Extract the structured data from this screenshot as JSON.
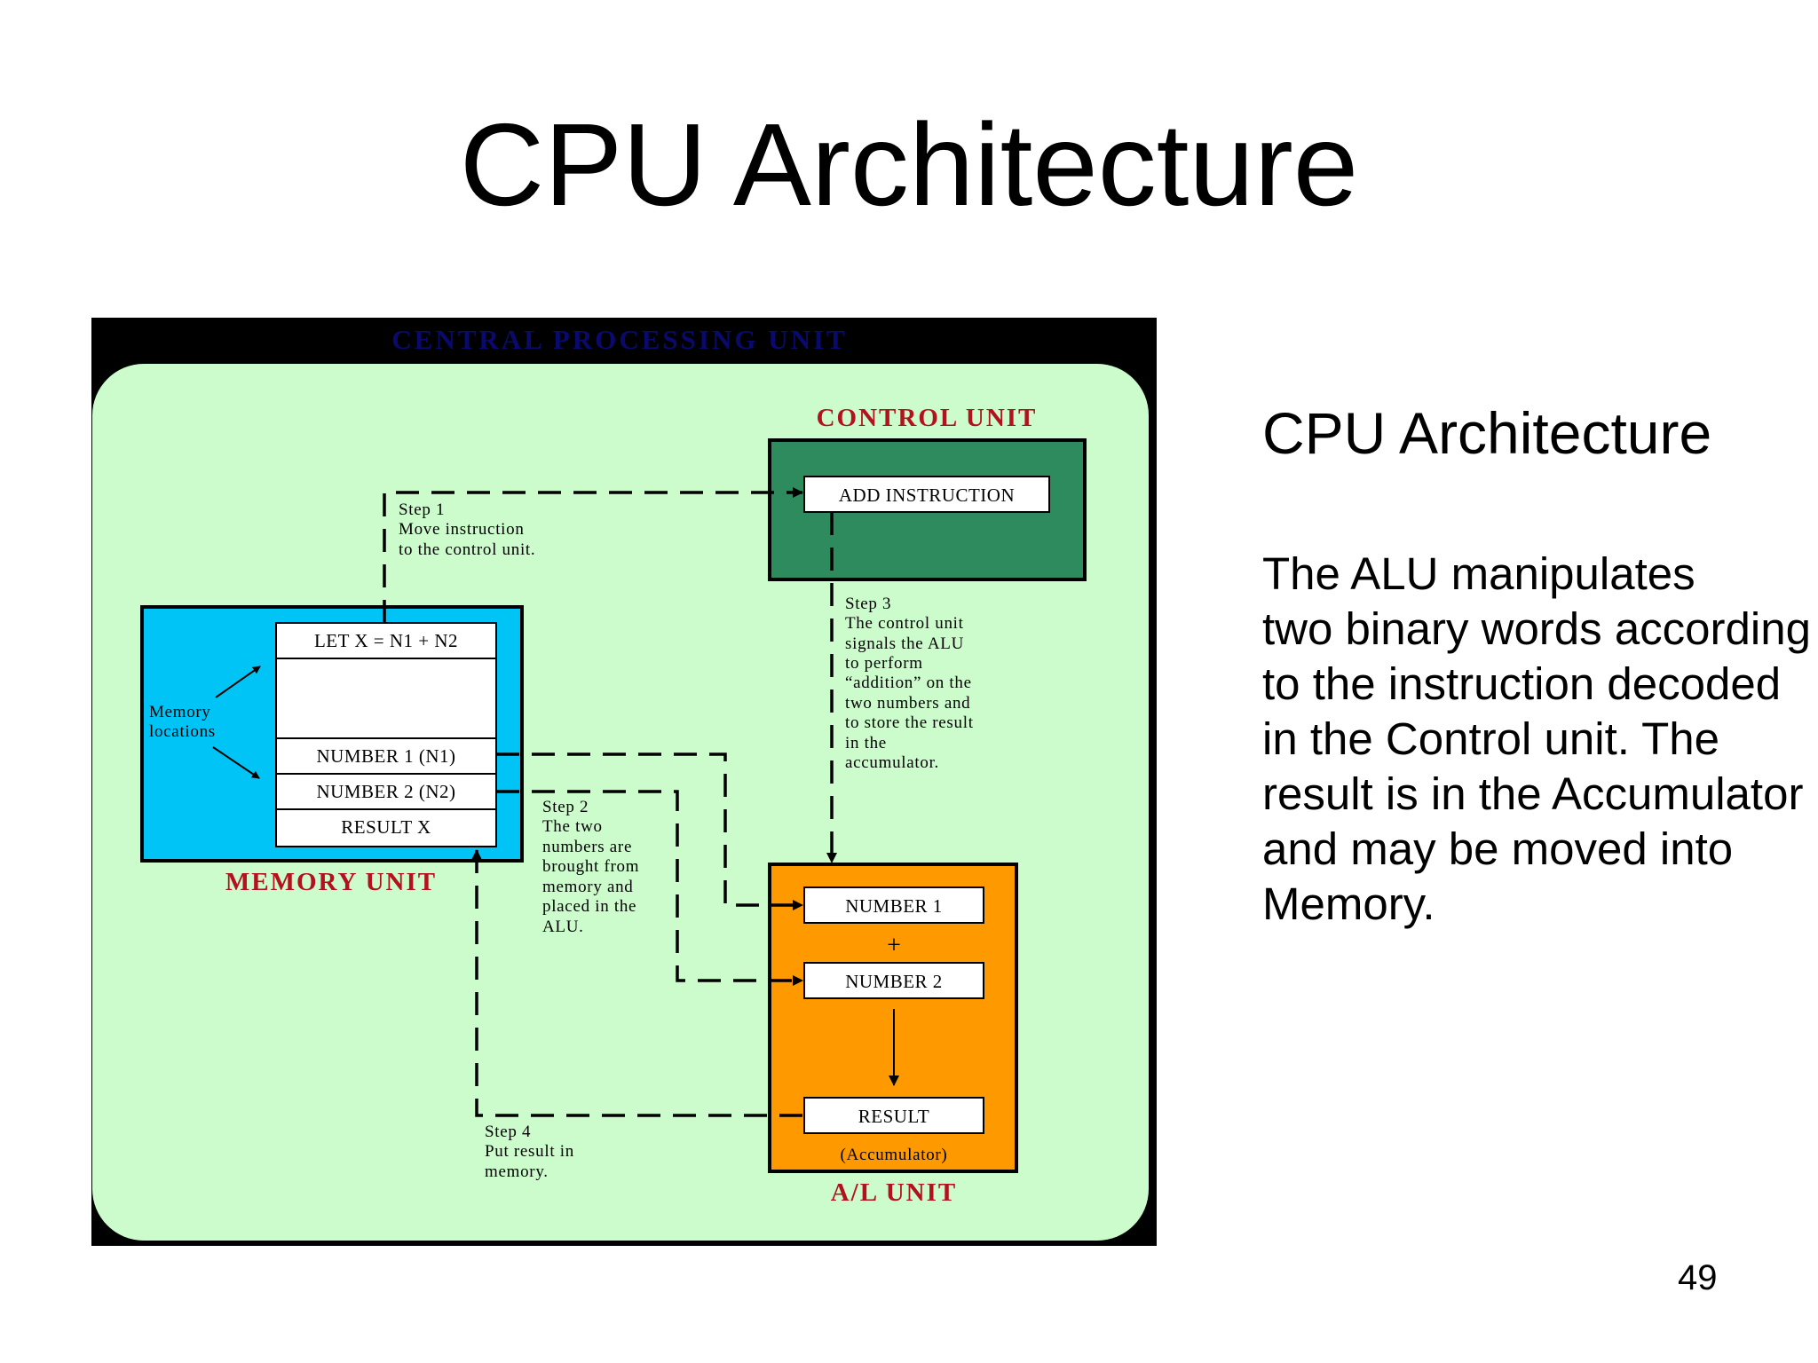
{
  "slide": {
    "title": "CPU Architecture",
    "page_number": "49"
  },
  "side": {
    "title": "CPU Architecture",
    "body_lines": [
      "The ALU manipulates",
      "two binary words according",
      "to the instruction decoded",
      "in the Control unit. The",
      "result is in the Accumulator",
      "and may be moved into",
      "Memory."
    ]
  },
  "diagram": {
    "header": "CENTRAL PROCESSING UNIT",
    "control_unit": {
      "label": "CONTROL UNIT",
      "instruction": "ADD INSTRUCTION"
    },
    "memory_unit": {
      "label": "MEMORY UNIT",
      "cells": [
        "LET X = N1 + N2",
        "NUMBER 1 (N1)",
        "NUMBER 2 (N2)",
        "RESULT X"
      ],
      "memory_locations": [
        "Memory",
        "locations"
      ]
    },
    "alu": {
      "label": "A/L UNIT",
      "number1": "NUMBER 1",
      "plus": "+",
      "number2": "NUMBER 2",
      "result": "RESULT",
      "accumulator": "(Accumulator)"
    },
    "steps": {
      "step1": [
        "Step 1",
        "Move instruction",
        "to the control unit."
      ],
      "step2": [
        "Step 2",
        "The two",
        "numbers are",
        "brought from",
        "memory and",
        "placed in the",
        "ALU."
      ],
      "step3": [
        "Step 3",
        "The control unit",
        "signals the ALU",
        "to perform",
        "“addition” on the",
        "two numbers and",
        "to store the result",
        "in the",
        "accumulator."
      ],
      "step4": [
        "Step 4",
        "Put result in",
        "memory."
      ]
    },
    "colors": {
      "background": "#000000",
      "panel": "#ccfccc",
      "header_text": "#0a0a6e",
      "control_fill": "#2e8b5e",
      "memory_fill": "#00c4f5",
      "alu_fill": "#ff9900",
      "label_red": "#b2121e"
    }
  }
}
